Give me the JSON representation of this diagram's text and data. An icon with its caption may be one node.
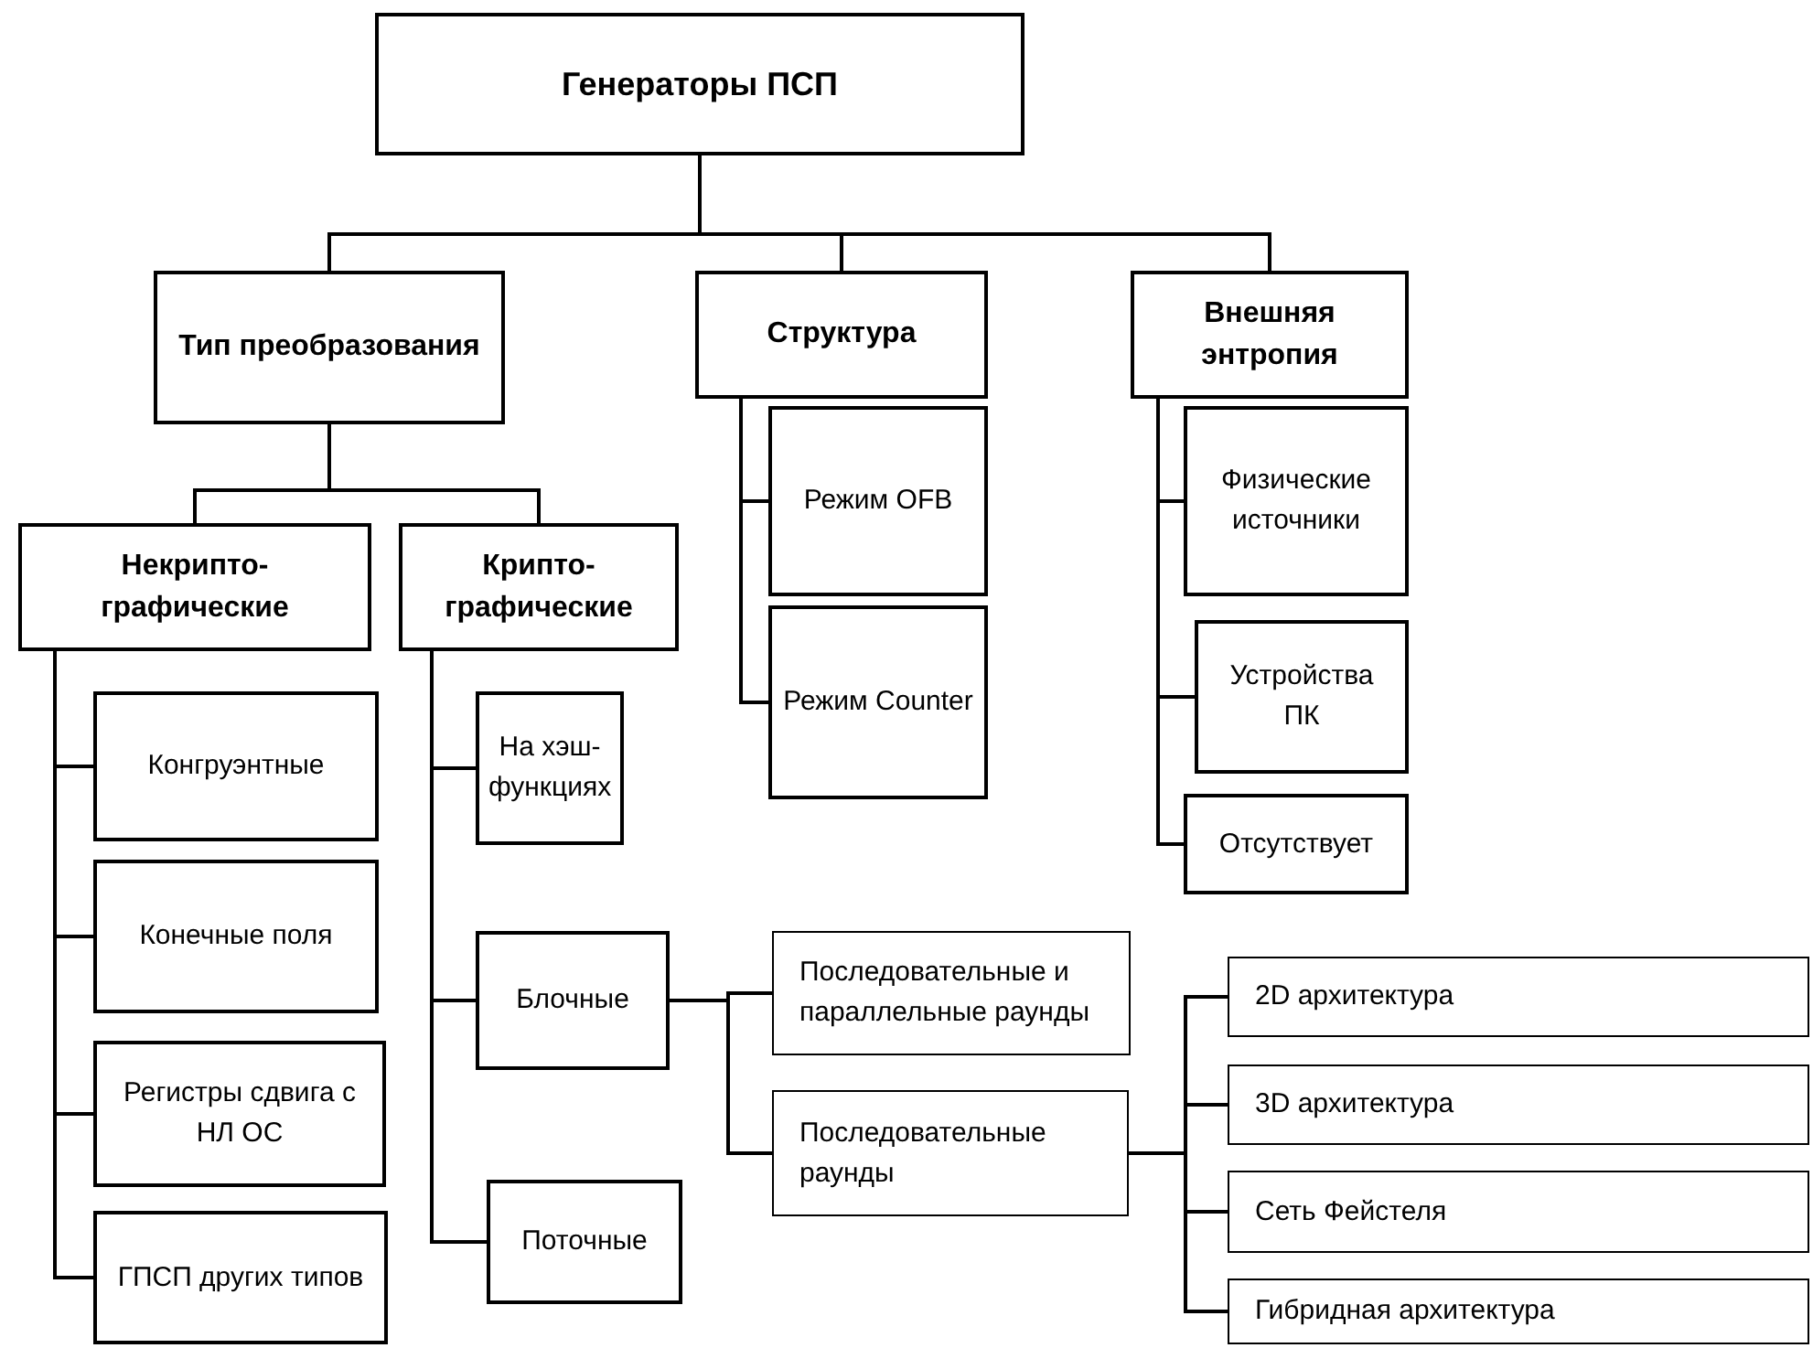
{
  "diagram": {
    "nodes": [
      {
        "text": [
          "Генераторы  ПСП"
        ]
      },
      {
        "text": [
          "Тип преобразования"
        ]
      },
      {
        "text": [
          "Структура"
        ]
      },
      {
        "text": [
          "Внешняя энтропия"
        ]
      },
      {
        "text": [
          "Некрипто-графические"
        ]
      },
      {
        "text": [
          "Крипто-графические"
        ]
      },
      {
        "text": [
          "Режим OFB"
        ]
      },
      {
        "text": [
          "Режим Counter"
        ]
      },
      {
        "text": [
          "Физические источники"
        ]
      },
      {
        "text": [
          "Устройства ПК"
        ]
      },
      {
        "text": [
          "Отсутствует"
        ]
      },
      {
        "text": [
          "Конгруэнтные"
        ]
      },
      {
        "text": [
          "Конечные поля"
        ]
      },
      {
        "text": [
          "Регистры сдвига с НЛ ОС"
        ]
      },
      {
        "text": [
          "ГПСП других типов"
        ]
      },
      {
        "text": [
          "На хэш-функциях"
        ]
      },
      {
        "text": [
          "Блочные"
        ]
      },
      {
        "text": [
          "Поточные"
        ]
      },
      {
        "text": [
          "Последовательные и параллельные раунды"
        ]
      },
      {
        "text": [
          "Последовательные раунды"
        ]
      },
      {
        "text": [
          "2D архитектура"
        ]
      },
      {
        "text": [
          "3D архитектура"
        ]
      },
      {
        "text": [
          "Сеть Фейстеля"
        ]
      },
      {
        "text": [
          "Гибридная архитектура"
        ]
      }
    ],
    "edges": [
      {
        "from": 0,
        "to": 1,
        "arrow": "none"
      },
      {
        "from": 0,
        "to": 2,
        "arrow": "none"
      },
      {
        "from": 0,
        "to": 3,
        "arrow": "none"
      },
      {
        "from": 1,
        "to": 4,
        "arrow": "none"
      },
      {
        "from": 1,
        "to": 5,
        "arrow": "none"
      },
      {
        "from": 2,
        "to": 6,
        "arrow": "none"
      },
      {
        "from": 2,
        "to": 7,
        "arrow": "none"
      },
      {
        "from": 3,
        "to": 8,
        "arrow": "none"
      },
      {
        "from": 3,
        "to": 9,
        "arrow": "none"
      },
      {
        "from": 3,
        "to": 10,
        "arrow": "none"
      },
      {
        "from": 4,
        "to": 11,
        "arrow": "none"
      },
      {
        "from": 4,
        "to": 12,
        "arrow": "none"
      },
      {
        "from": 4,
        "to": 13,
        "arrow": "none"
      },
      {
        "from": 4,
        "to": 14,
        "arrow": "none"
      },
      {
        "from": 5,
        "to": 15,
        "arrow": "none"
      },
      {
        "from": 5,
        "to": 16,
        "arrow": "none"
      },
      {
        "from": 5,
        "to": 17,
        "arrow": "none"
      },
      {
        "from": 16,
        "to": 18,
        "arrow": "none"
      },
      {
        "from": 16,
        "to": 19,
        "arrow": "none"
      },
      {
        "from": 19,
        "to": 20,
        "arrow": "none"
      },
      {
        "from": 19,
        "to": 21,
        "arrow": "none"
      },
      {
        "from": 19,
        "to": 22,
        "arrow": "none"
      },
      {
        "from": 19,
        "to": 23,
        "arrow": "none"
      }
    ]
  }
}
